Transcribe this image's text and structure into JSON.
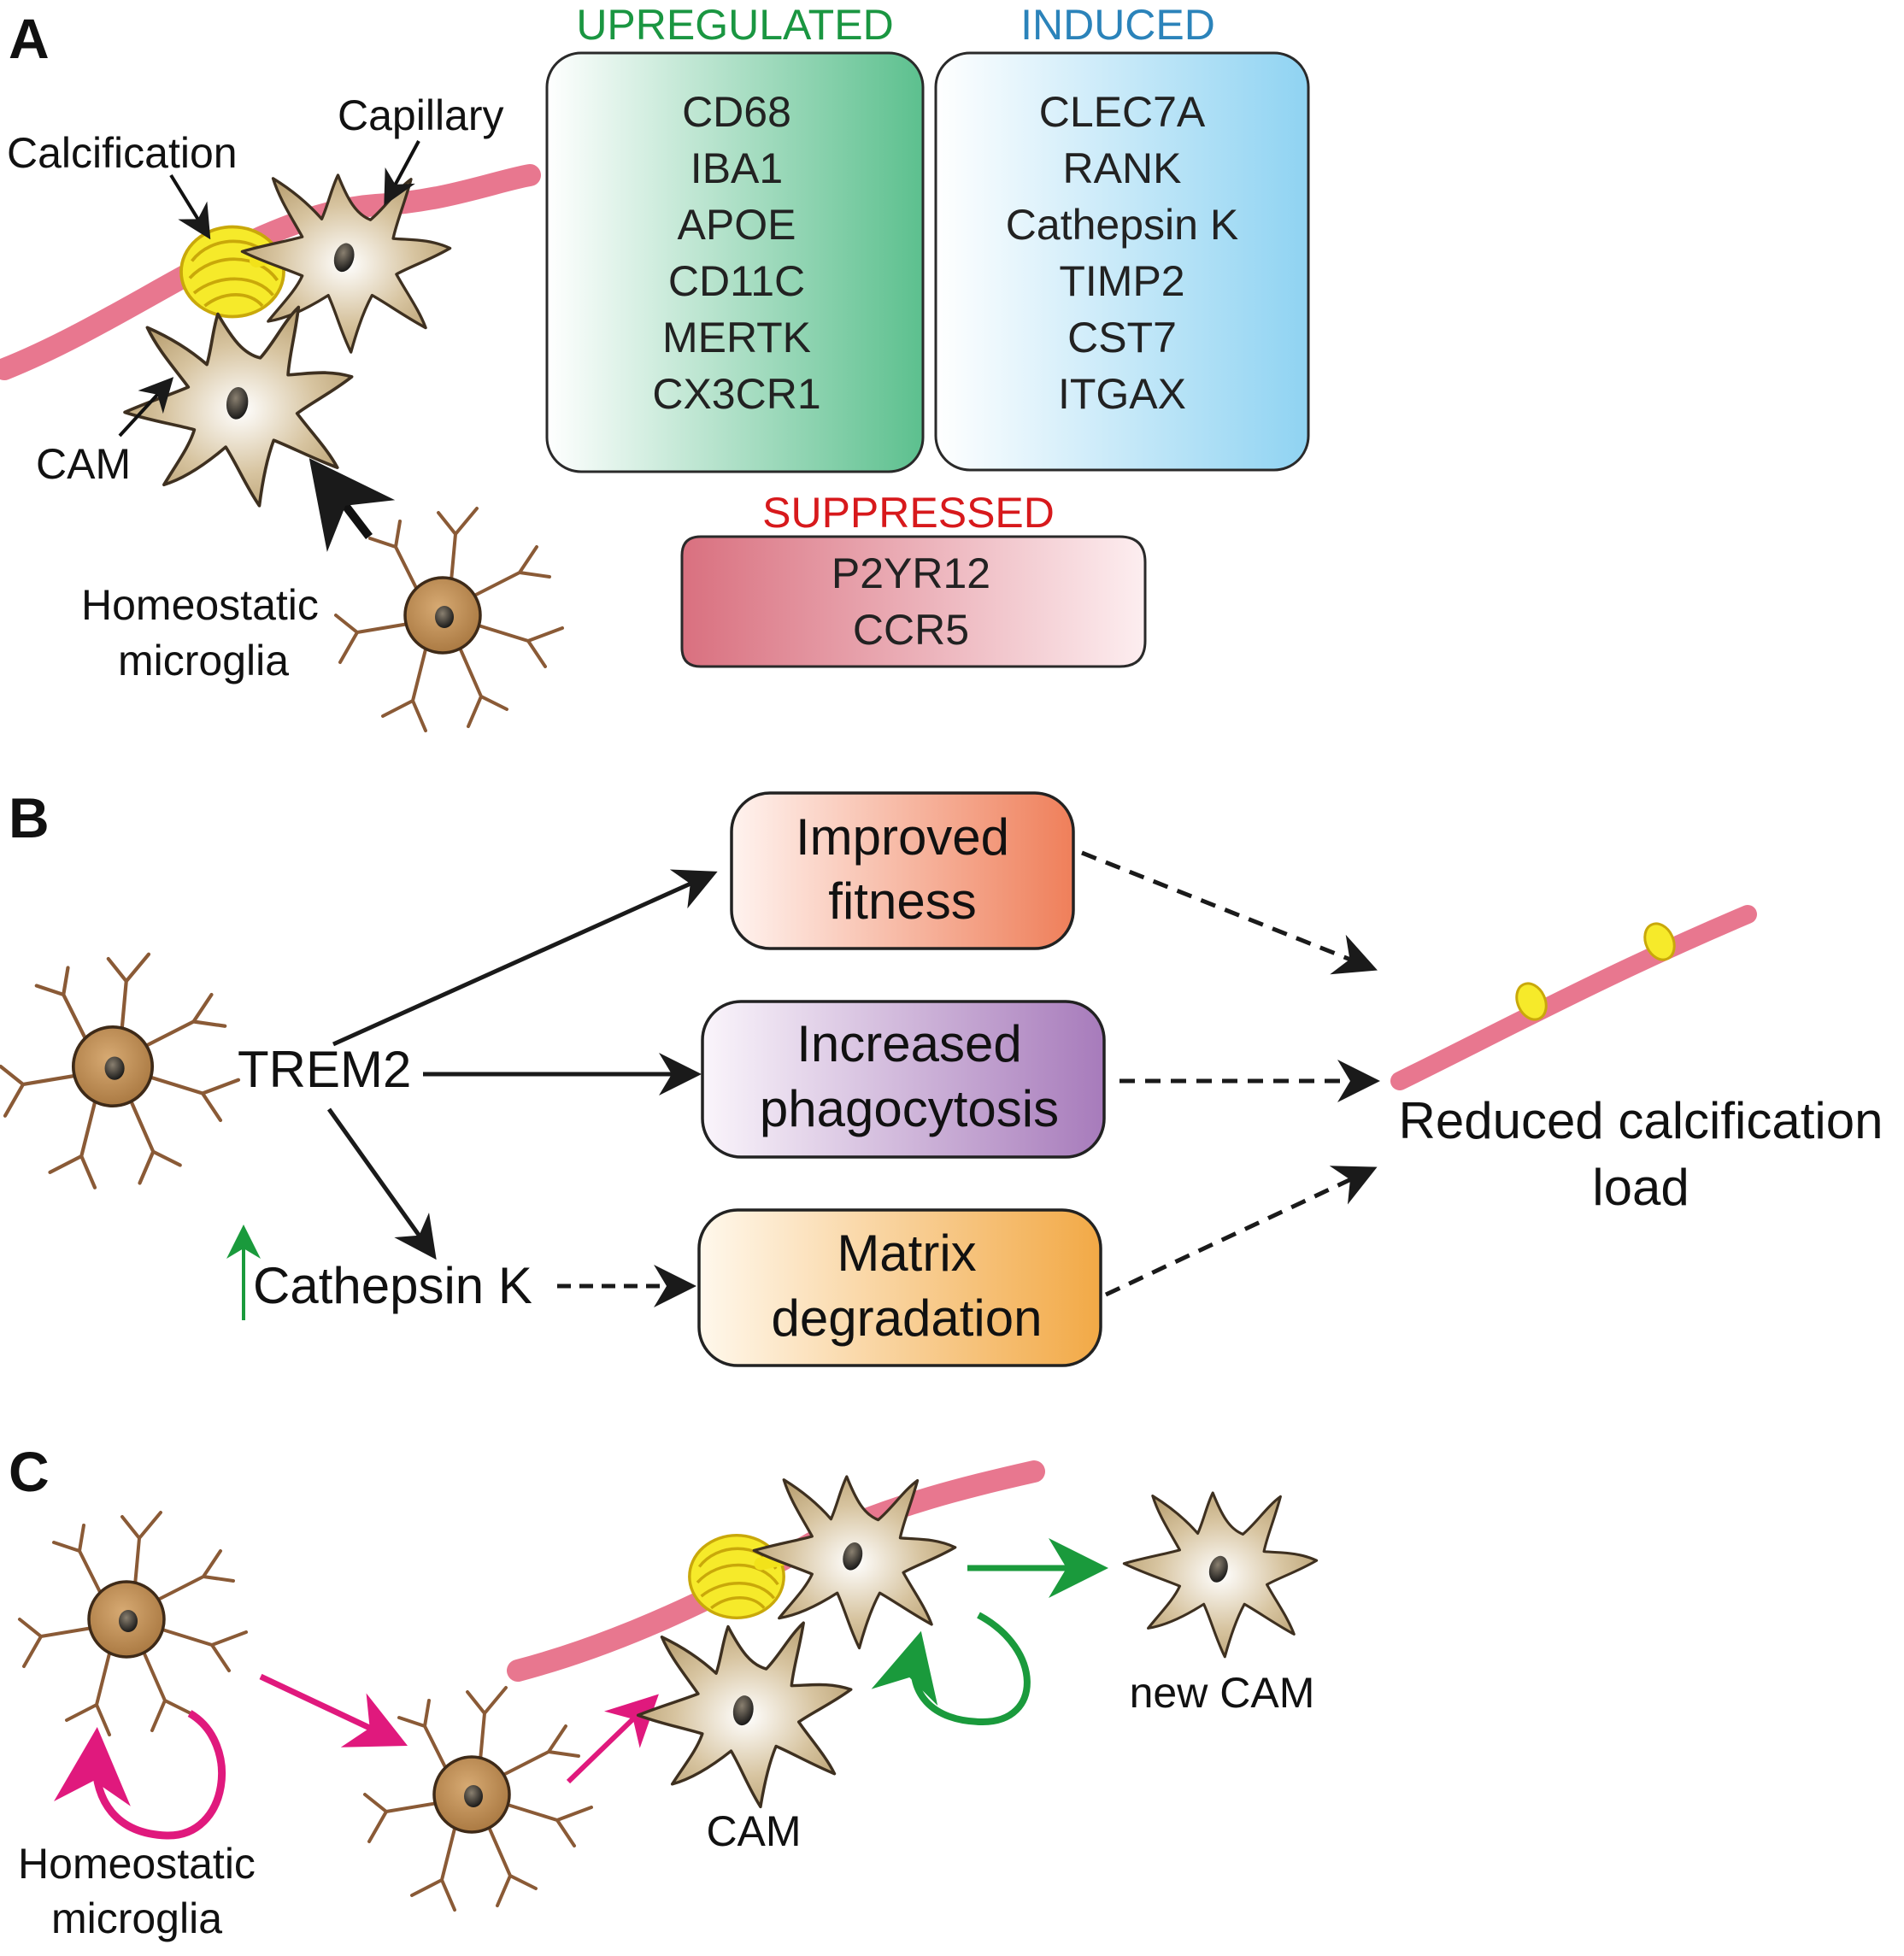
{
  "panels": {
    "a": {
      "letter": "A",
      "labels": {
        "calcification": "Calcification",
        "capillary": "Capillary",
        "cam": "CAM",
        "homeostatic_line1": "Homeostatic",
        "homeostatic_line2": "microglia"
      },
      "upregulated": {
        "title": "UPREGULATED",
        "genes": [
          "CD68",
          "IBA1",
          "APOE",
          "CD11C",
          "MERTK",
          "CX3CR1"
        ],
        "color": "#1a9641"
      },
      "induced": {
        "title": "INDUCED",
        "genes": [
          "CLEC7A",
          "RANK",
          "Cathepsin K",
          "TIMP2",
          "CST7",
          "ITGAX"
        ],
        "color": "#2b83ba"
      },
      "suppressed": {
        "title": "SUPPRESSED",
        "genes": [
          "P2YR12",
          "CCR5"
        ],
        "color": "#d7191c"
      }
    },
    "b": {
      "letter": "B",
      "trem2": "TREM2",
      "cathepsin": "Cathepsin K",
      "box_fitness": [
        "Improved",
        "fitness"
      ],
      "box_phago": [
        "Increased",
        "phagocytosis"
      ],
      "box_matrix": [
        "Matrix",
        "degradation"
      ],
      "outcome": [
        "Reduced calcification",
        "load"
      ]
    },
    "c": {
      "letter": "C",
      "homeostatic_line1": "Homeostatic",
      "homeostatic_line2": "microglia",
      "cam": "CAM",
      "new_cam": "new CAM"
    }
  },
  "colors": {
    "capillary": "#e8778f",
    "calcification": "#f2e21a",
    "cell_round": "#b98a55",
    "cell_branch": "#8a5a36",
    "cam_body": "#c9b48c",
    "proliferation_arrow": "#e0197d",
    "selfrenew_arrow": "#1a9a3c",
    "upregulation_arrow": "#1a9a3c"
  }
}
